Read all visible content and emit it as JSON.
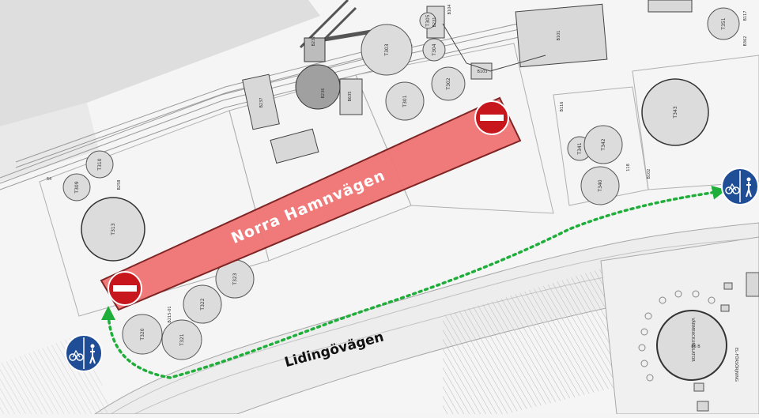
{
  "roads": {
    "closed_road": "Norra Hamnvägen",
    "main_road": "Lidingövägen"
  },
  "building_labels": {
    "b_top_left": "B232",
    "b_top": "B231",
    "b_top2": "B104",
    "b_top3": "B101",
    "b_left_mid": "B237",
    "b_tower": "B236",
    "b_tower2": "B635",
    "b_gate": "B103",
    "b_right": "B116",
    "b_pump": "B102",
    "b_small_right": "118",
    "b_t_left": "B258",
    "b_t_left2": "B215-01",
    "b_top_right1": "B117",
    "b_top_right2": "B362",
    "left_edge": "64"
  },
  "tank_labels": {
    "t303": "T303",
    "t304": "T304",
    "t305": "T305",
    "t301": "T301",
    "t302": "T302",
    "t343": "T343",
    "t341": "T341",
    "t342": "T342",
    "t340": "T340",
    "t351": "T351",
    "t309": "T309",
    "t310": "T310",
    "t313": "T313",
    "t320": "T320",
    "t321": "T321",
    "t322": "T322",
    "t323": "T323"
  },
  "bottom_right": {
    "accumulator_label": "VÄRMEACKUMULATOR",
    "accumulator_sub": "86 B",
    "side_label": "EL-FÖRSÖRJNING"
  },
  "colors": {
    "closed_road_fill": "#f07474",
    "closed_road_stroke": "#7a1a1a",
    "no_entry_red": "#c8161d",
    "route_green": "#1fae3a",
    "sign_blue": "#1f4e96",
    "label_white": "#ffffff"
  },
  "icons": [
    "no-entry-icon",
    "bicycle-pedestrian-sign-icon",
    "route-arrow-icon"
  ]
}
